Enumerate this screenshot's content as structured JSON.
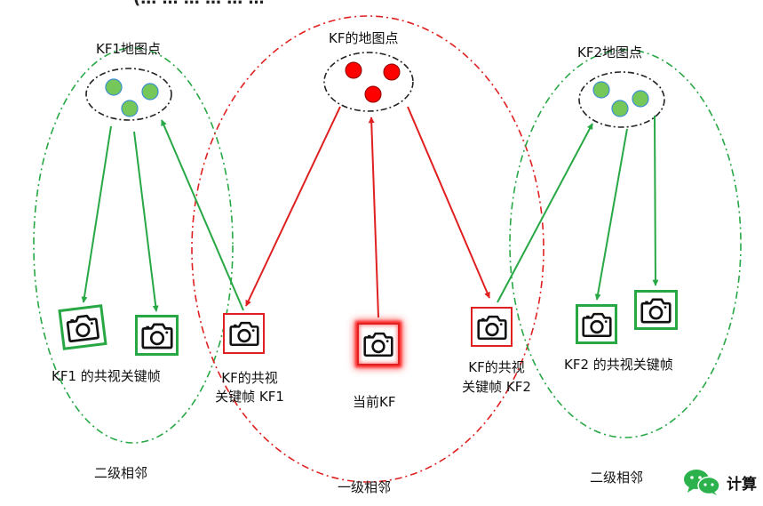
{
  "header_fragment": "(… … … … … …",
  "map_points": {
    "kf1": "KF1地图点",
    "kf": "KF的地图点",
    "kf2": "KF2地图点"
  },
  "cameras": {
    "kf1_covis_label": "KF1 的共视关键帧",
    "kf_covis_kf1_label_line1": "KF的共视",
    "kf_covis_kf1_label_line2": "关键帧 KF1",
    "current_label": "当前KF",
    "kf_covis_kf2_label_line1": "KF的共视",
    "kf_covis_kf2_label_line2": "关键帧 KF2",
    "kf2_covis_label": "KF2 的共视关键帧"
  },
  "regions": {
    "left": "二级相邻",
    "center": "一级相邻",
    "right": "二级相邻"
  },
  "watermark": {
    "text": "计算"
  },
  "colors": {
    "green": "#27a845",
    "red": "#e02020",
    "red_point": "#ff0000",
    "green_point": "#76c75a",
    "dash_dark": "#222222"
  }
}
